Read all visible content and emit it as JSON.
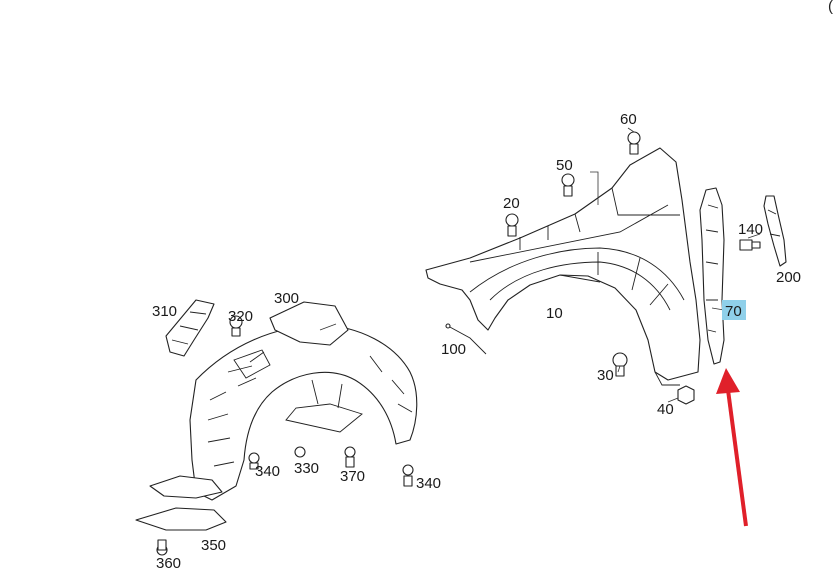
{
  "corner_mark": "(",
  "labels": {
    "l10": "10",
    "l20": "20",
    "l30": "30",
    "l40": "40",
    "l50": "50",
    "l60": "60",
    "l70": "70",
    "l100": "100",
    "l140": "140",
    "l200": "200",
    "l300": "300",
    "l310": "310",
    "l320": "320",
    "l330": "330",
    "l340a": "340",
    "l340b": "340",
    "l350": "350",
    "l360": "360",
    "l370": "370"
  },
  "highlight": {
    "label": "70",
    "color": "#8fd0ea"
  },
  "arrow_color": "#e0202a"
}
